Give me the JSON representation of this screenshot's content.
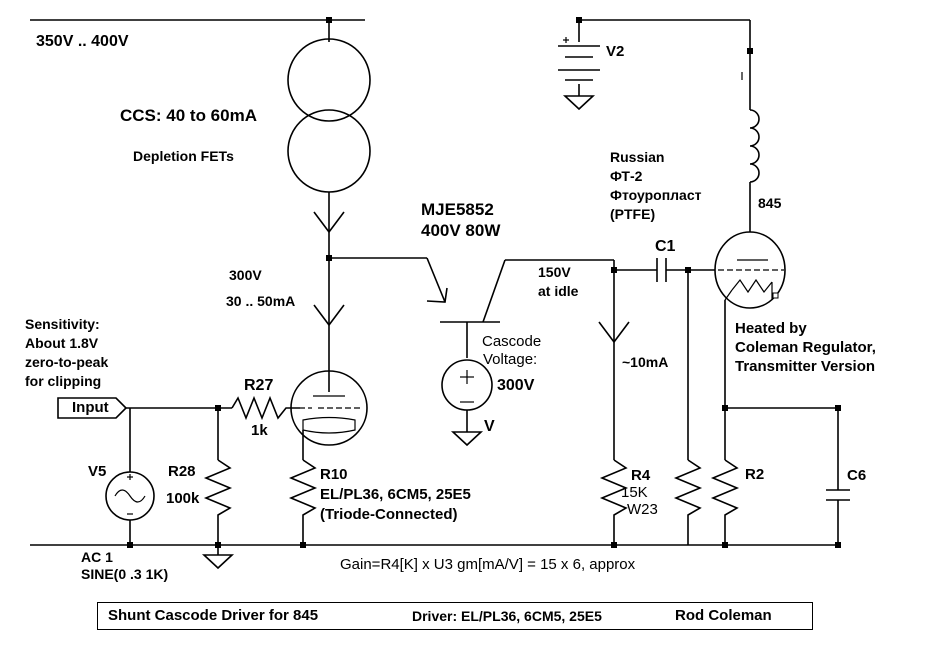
{
  "supply": "350V .. 400V",
  "ccs": {
    "title": "CCS: 40 to 60mA",
    "subtitle": "Depletion FETs"
  },
  "node_300v": "300V",
  "node_current": "30 .. 50mA",
  "transistor": {
    "part": "MJE5852",
    "rating": "400V 80W"
  },
  "cascode": {
    "line1": "Cascode",
    "line2": "Voltage:",
    "value": "300V",
    "source_name": "V"
  },
  "idle": {
    "line1": "150V",
    "line2": "at idle"
  },
  "r4_current": "~10mA",
  "capacitor_note": {
    "line1": "Russian",
    "line2": "ФТ-2",
    "line3": "Фтоуропласт",
    "line4": "(PTFE)"
  },
  "c1": "C1",
  "v2": "V2",
  "tube_845": "845",
  "heater": {
    "line1": "Heated by",
    "line2": "Coleman Regulator,",
    "line3": "Transmitter Version"
  },
  "sensitivity": {
    "line1": "Sensitivity:",
    "line2": "About 1.8V",
    "line3": "zero-to-peak",
    "line4": "for clipping"
  },
  "input_label": "Input",
  "r27": {
    "name": "R27",
    "value": "1k"
  },
  "r28": {
    "name": "R28",
    "value": "100k"
  },
  "v5": {
    "name": "V5",
    "line1": "AC 1",
    "line2": "SINE(0 .3 1K)"
  },
  "r10": {
    "name": "R10",
    "line1": "EL/PL36, 6CM5, 25E5",
    "line2": "(Triode-Connected)"
  },
  "r4": {
    "name": "R4",
    "value": "15K",
    "type": "W23"
  },
  "r2": "R2",
  "c6": "C6",
  "gain_formula": "Gain=R4[K] x U3 gm[mA/V] = 15 x 6, approx",
  "footer": {
    "title": "Shunt Cascode Driver for 845",
    "driver": "Driver:  EL/PL36, 6CM5, 25E5",
    "author": "Rod Coleman"
  }
}
